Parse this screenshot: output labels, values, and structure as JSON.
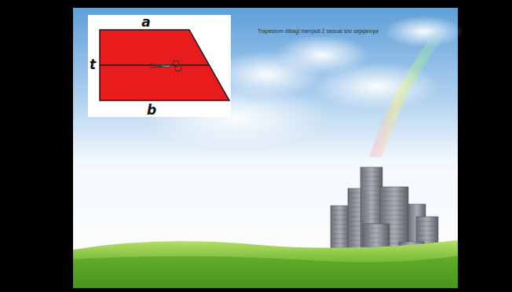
{
  "diagram": {
    "labels": [
      "a",
      "t",
      "b",
      "Trapesium dibagi menjadi 2 sesuai sisi sejajarnya"
    ]
  }
}
